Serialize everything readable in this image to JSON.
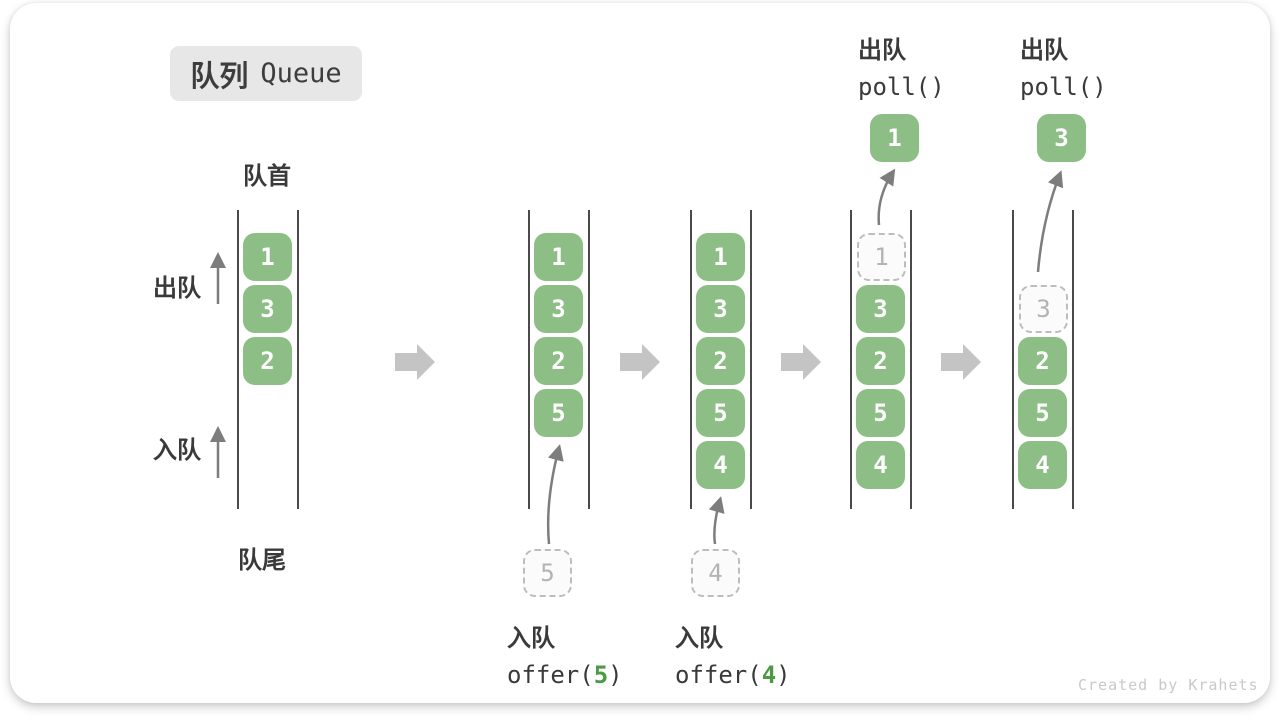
{
  "title": {
    "zh": "队列",
    "en": "Queue"
  },
  "labels": {
    "front": "队首",
    "rear": "队尾",
    "dequeue_side": "出队",
    "enqueue_side": "入队"
  },
  "queues": [
    {
      "blocks": [
        "1",
        "3",
        "2"
      ]
    },
    {
      "blocks": [
        "1",
        "3",
        "2",
        "5"
      ],
      "incoming": "5"
    },
    {
      "blocks": [
        "1",
        "3",
        "2",
        "5",
        "4"
      ],
      "incoming": "4"
    },
    {
      "removed": "1",
      "blocks": [
        "3",
        "2",
        "5",
        "4"
      ],
      "polled": "1"
    },
    {
      "removed": "3",
      "blocks": [
        "2",
        "5",
        "4"
      ],
      "polled": "3"
    }
  ],
  "operations": {
    "enqueue5": {
      "label": "入队",
      "fn": "offer(",
      "arg": "5",
      "close": ")"
    },
    "enqueue4": {
      "label": "入队",
      "fn": "offer(",
      "arg": "4",
      "close": ")"
    },
    "poll1": {
      "label": "出队",
      "code": "poll()"
    },
    "poll2": {
      "label": "出队",
      "code": "poll()"
    }
  },
  "watermark": "Created by Krahets",
  "colors": {
    "block_green": "#8cbe85",
    "code_green": "#4c9a44",
    "big_arrow_gray": "#c4c4c4",
    "thin_arrow_gray": "#7d7d7d",
    "rail_dark": "#4a4a4a",
    "badge_bg": "#e7e7e7",
    "ghost_border": "#bdbdbd",
    "text_dark": "#3a3a3a"
  }
}
